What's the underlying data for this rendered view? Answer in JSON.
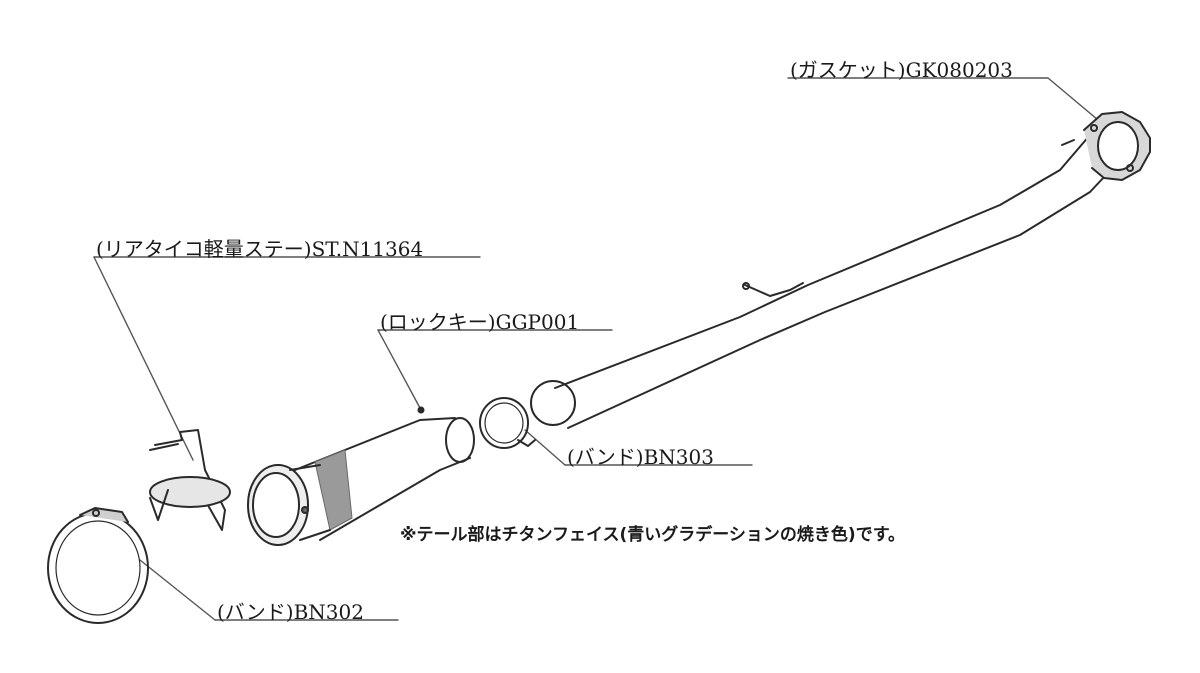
{
  "labels": {
    "gasket": "(ガスケット)GK080203",
    "rear_stay": "(リアタイコ軽量ステー)ST.N11364",
    "lock_key": "(ロックキー)GGP001",
    "band_bn303": "(バンド)BN303",
    "band_bn302": "(バンド)BN302"
  },
  "note": "※テール部はチタンフェイス(青いグラデーションの焼き色)です。",
  "colors": {
    "line": "#2a2a2a",
    "shade": "#9a9a9a",
    "leader": "#555555"
  }
}
